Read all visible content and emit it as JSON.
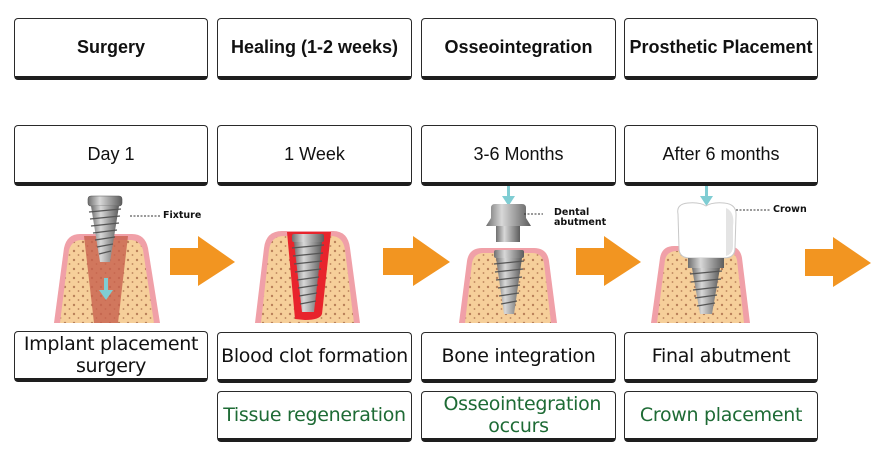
{
  "phases": [
    {
      "header": "Surgery",
      "time": "Day 1",
      "event": "Implant placement surgery",
      "outcome": null
    },
    {
      "header": "Healing (1-2 weeks)",
      "time": "1 Week",
      "event": "Blood clot formation",
      "outcome": "Tissue regeneration"
    },
    {
      "header": "Osseointegration",
      "time": "3-6 Months",
      "event": "Bone integration",
      "outcome": "Osseointegration occurs"
    },
    {
      "header": "Prosthetic Placement",
      "time": "After 6 months",
      "event": "Final abutment",
      "outcome": "Crown placement"
    }
  ],
  "illustration_labels": {
    "fixture": "Fixture",
    "abutment_line1": "Dental",
    "abutment_line2": "abutment",
    "crown": "Crown"
  },
  "colors": {
    "arrow": "#f29521",
    "outcome_text": "#1e6b35",
    "gum": "#f0a0a8",
    "bone": "#f6cf9a",
    "blood": "#e8242c",
    "pointer": "#7fcdd3",
    "metal": "#9a9a9a"
  }
}
